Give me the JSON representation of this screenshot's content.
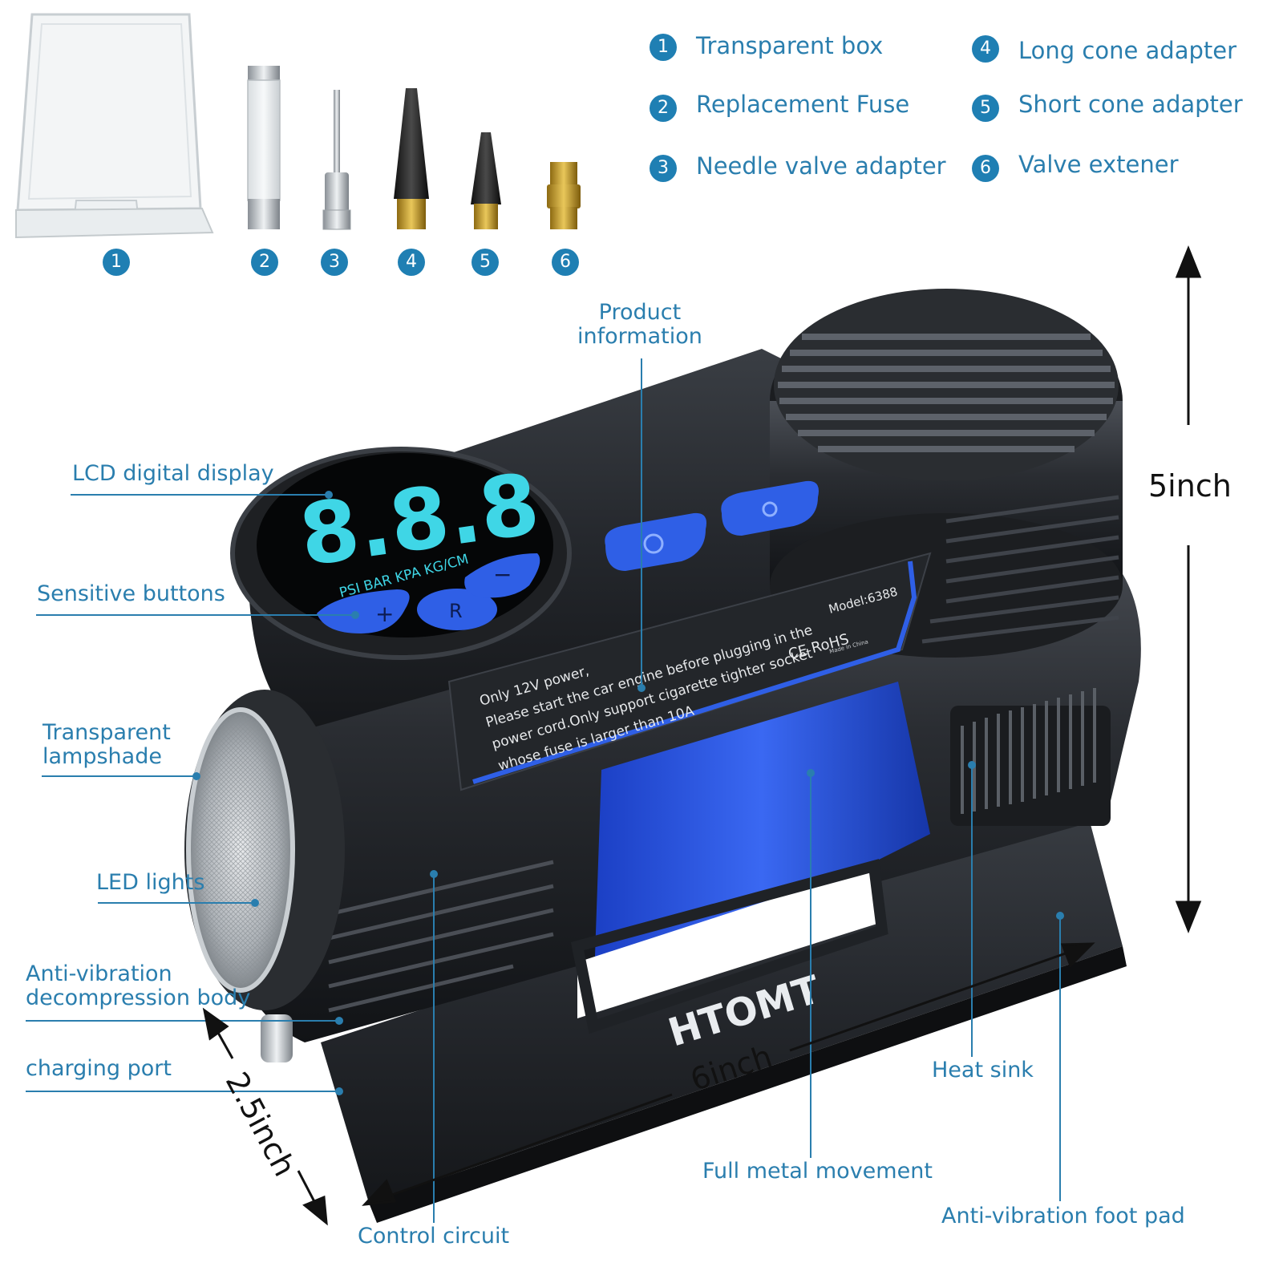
{
  "accessories": [
    {
      "num": "1",
      "label": "Transparent box",
      "icon": "transparent-box-icon"
    },
    {
      "num": "2",
      "label": "Replacement Fuse",
      "icon": "fuse-icon"
    },
    {
      "num": "3",
      "label": "Needle valve adapter",
      "icon": "needle-valve-icon"
    },
    {
      "num": "4",
      "label": "Long cone adapter",
      "icon": "long-cone-icon"
    },
    {
      "num": "5",
      "label": "Short cone adapter",
      "icon": "short-cone-icon"
    },
    {
      "num": "6",
      "label": "Valve extener",
      "icon": "valve-extender-icon"
    }
  ],
  "callouts": {
    "product_info": [
      "Product",
      "information"
    ],
    "lcd": "LCD digital display",
    "buttons": "Sensitive buttons",
    "lampshade": [
      "Transparent",
      "lampshade"
    ],
    "led": "LED lights",
    "anti_vibration_body": [
      "Anti-vibration",
      "decompression body"
    ],
    "charging": "charging port",
    "heat_sink": "Heat sink",
    "movement": "Full metal movement",
    "foot_pad": "Anti-vibration foot pad",
    "control": "Control circuit"
  },
  "dimensions": {
    "height": "5inch",
    "width": "6inch",
    "depth": "2.5inch"
  },
  "device": {
    "display_digits": "8.8.8",
    "units": "PSI  BAR  KPA  KG/CM",
    "model": "Model:6388",
    "brand": "HTOMT",
    "cert": "CE  RoHS",
    "made_in": "Made in China",
    "plus": "+",
    "minus": "−",
    "reset": "R",
    "warning_lines": [
      "Only 12V power,",
      "Please start the car engine before plugging in the",
      "power cord.Only support cigarette tighter socket",
      "whose fuse is larger than 10A"
    ]
  },
  "colors": {
    "accent": "#2a7eae",
    "badge": "#1f7fb3",
    "device_blue": "#2a55e0",
    "device_dark": "#2b2e33",
    "lcd_cyan": "#3fd6e6"
  }
}
